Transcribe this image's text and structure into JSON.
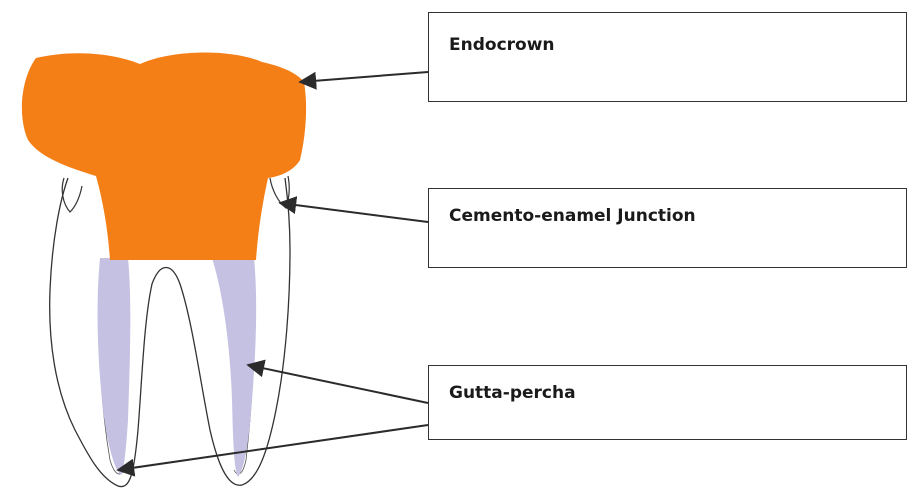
{
  "colors": {
    "endocrown": "#F57F17",
    "gutta_percha": "#C5C1E3",
    "outline": "#333333",
    "arrow": "#2b2b2b"
  },
  "labels": {
    "endocrown": "Endocrown",
    "cej": "Cemento-enamel Junction",
    "gutta_percha": "Gutta-percha"
  }
}
